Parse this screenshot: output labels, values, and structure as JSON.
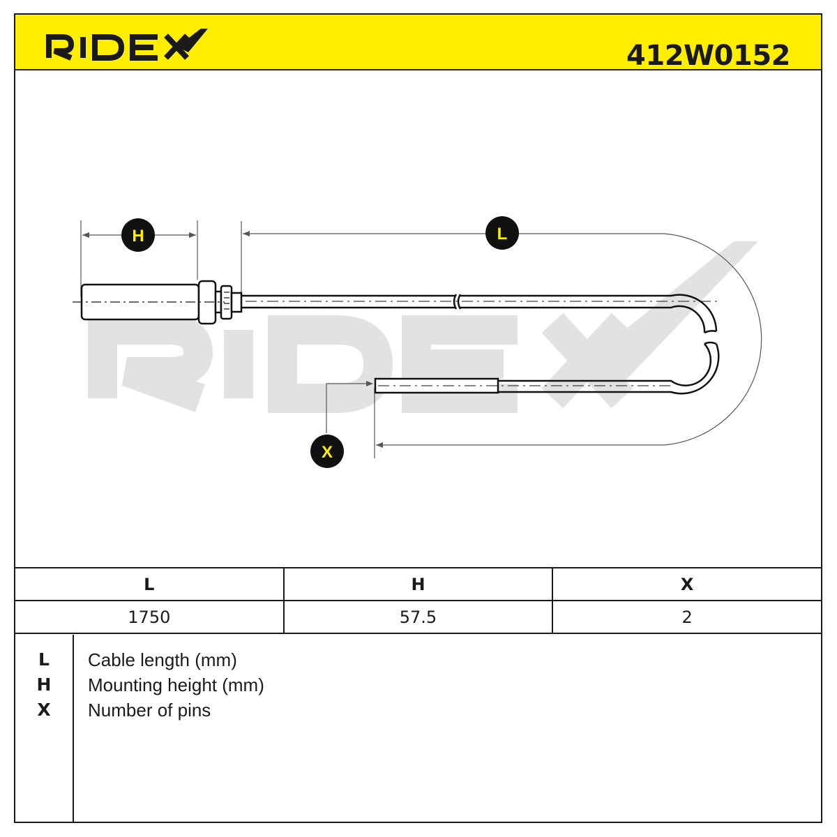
{
  "header": {
    "brand": "RIDEX",
    "part_number": "412W0152",
    "background_color": "#ffee00"
  },
  "diagram": {
    "watermark": "RIDEX",
    "dimension_labels": {
      "H": "H",
      "L": "L",
      "X": "X"
    }
  },
  "dimensions_table": {
    "headers": [
      "L",
      "H",
      "X"
    ],
    "values": [
      "1750",
      "57.5",
      "2"
    ]
  },
  "legend": [
    {
      "key": "L",
      "description": "Cable length (mm)"
    },
    {
      "key": "H",
      "description": "Mounting height (mm)"
    },
    {
      "key": "X",
      "description": "Number of pins"
    }
  ]
}
